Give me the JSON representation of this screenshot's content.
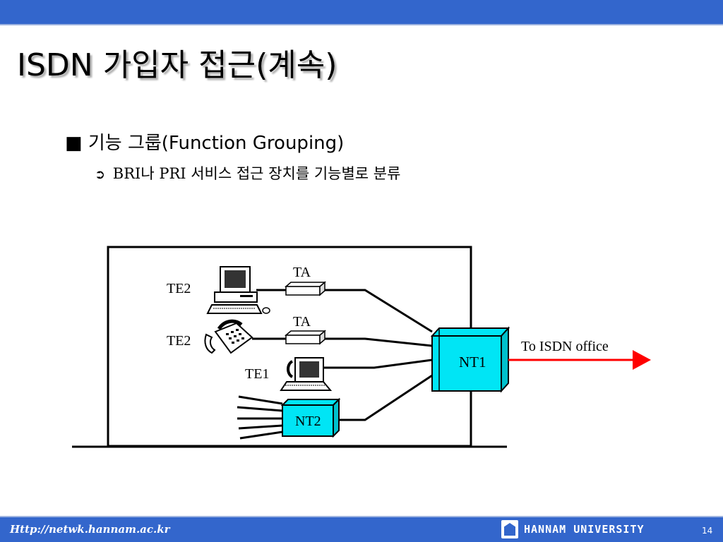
{
  "slide": {
    "title": "ISDN 가입자 접근(계속)",
    "bullet1_marker": "■",
    "bullet1": "기능 그룹(Function Grouping)",
    "bullet2_marker": "➲",
    "bullet2": "BRI나 PRI 서비스 접근 장치를 기능별로 분류"
  },
  "diagram": {
    "labels": {
      "te2_top": "TE2",
      "ta_top": "TA",
      "te2_mid": "TE2",
      "ta_mid": "TA",
      "te1": "TE1",
      "nt2": "NT2",
      "nt1": "NT1",
      "isdn_office": "To ISDN office"
    },
    "colors": {
      "box_fill": "#00e5f5",
      "arrow": "#ff0000",
      "line": "#000000"
    }
  },
  "footer": {
    "url": "Http://netwk.hannam.ac.kr",
    "university": "HANNAM UNIVERSITY",
    "page": "14"
  },
  "colors": {
    "bar": "#3366cc"
  }
}
